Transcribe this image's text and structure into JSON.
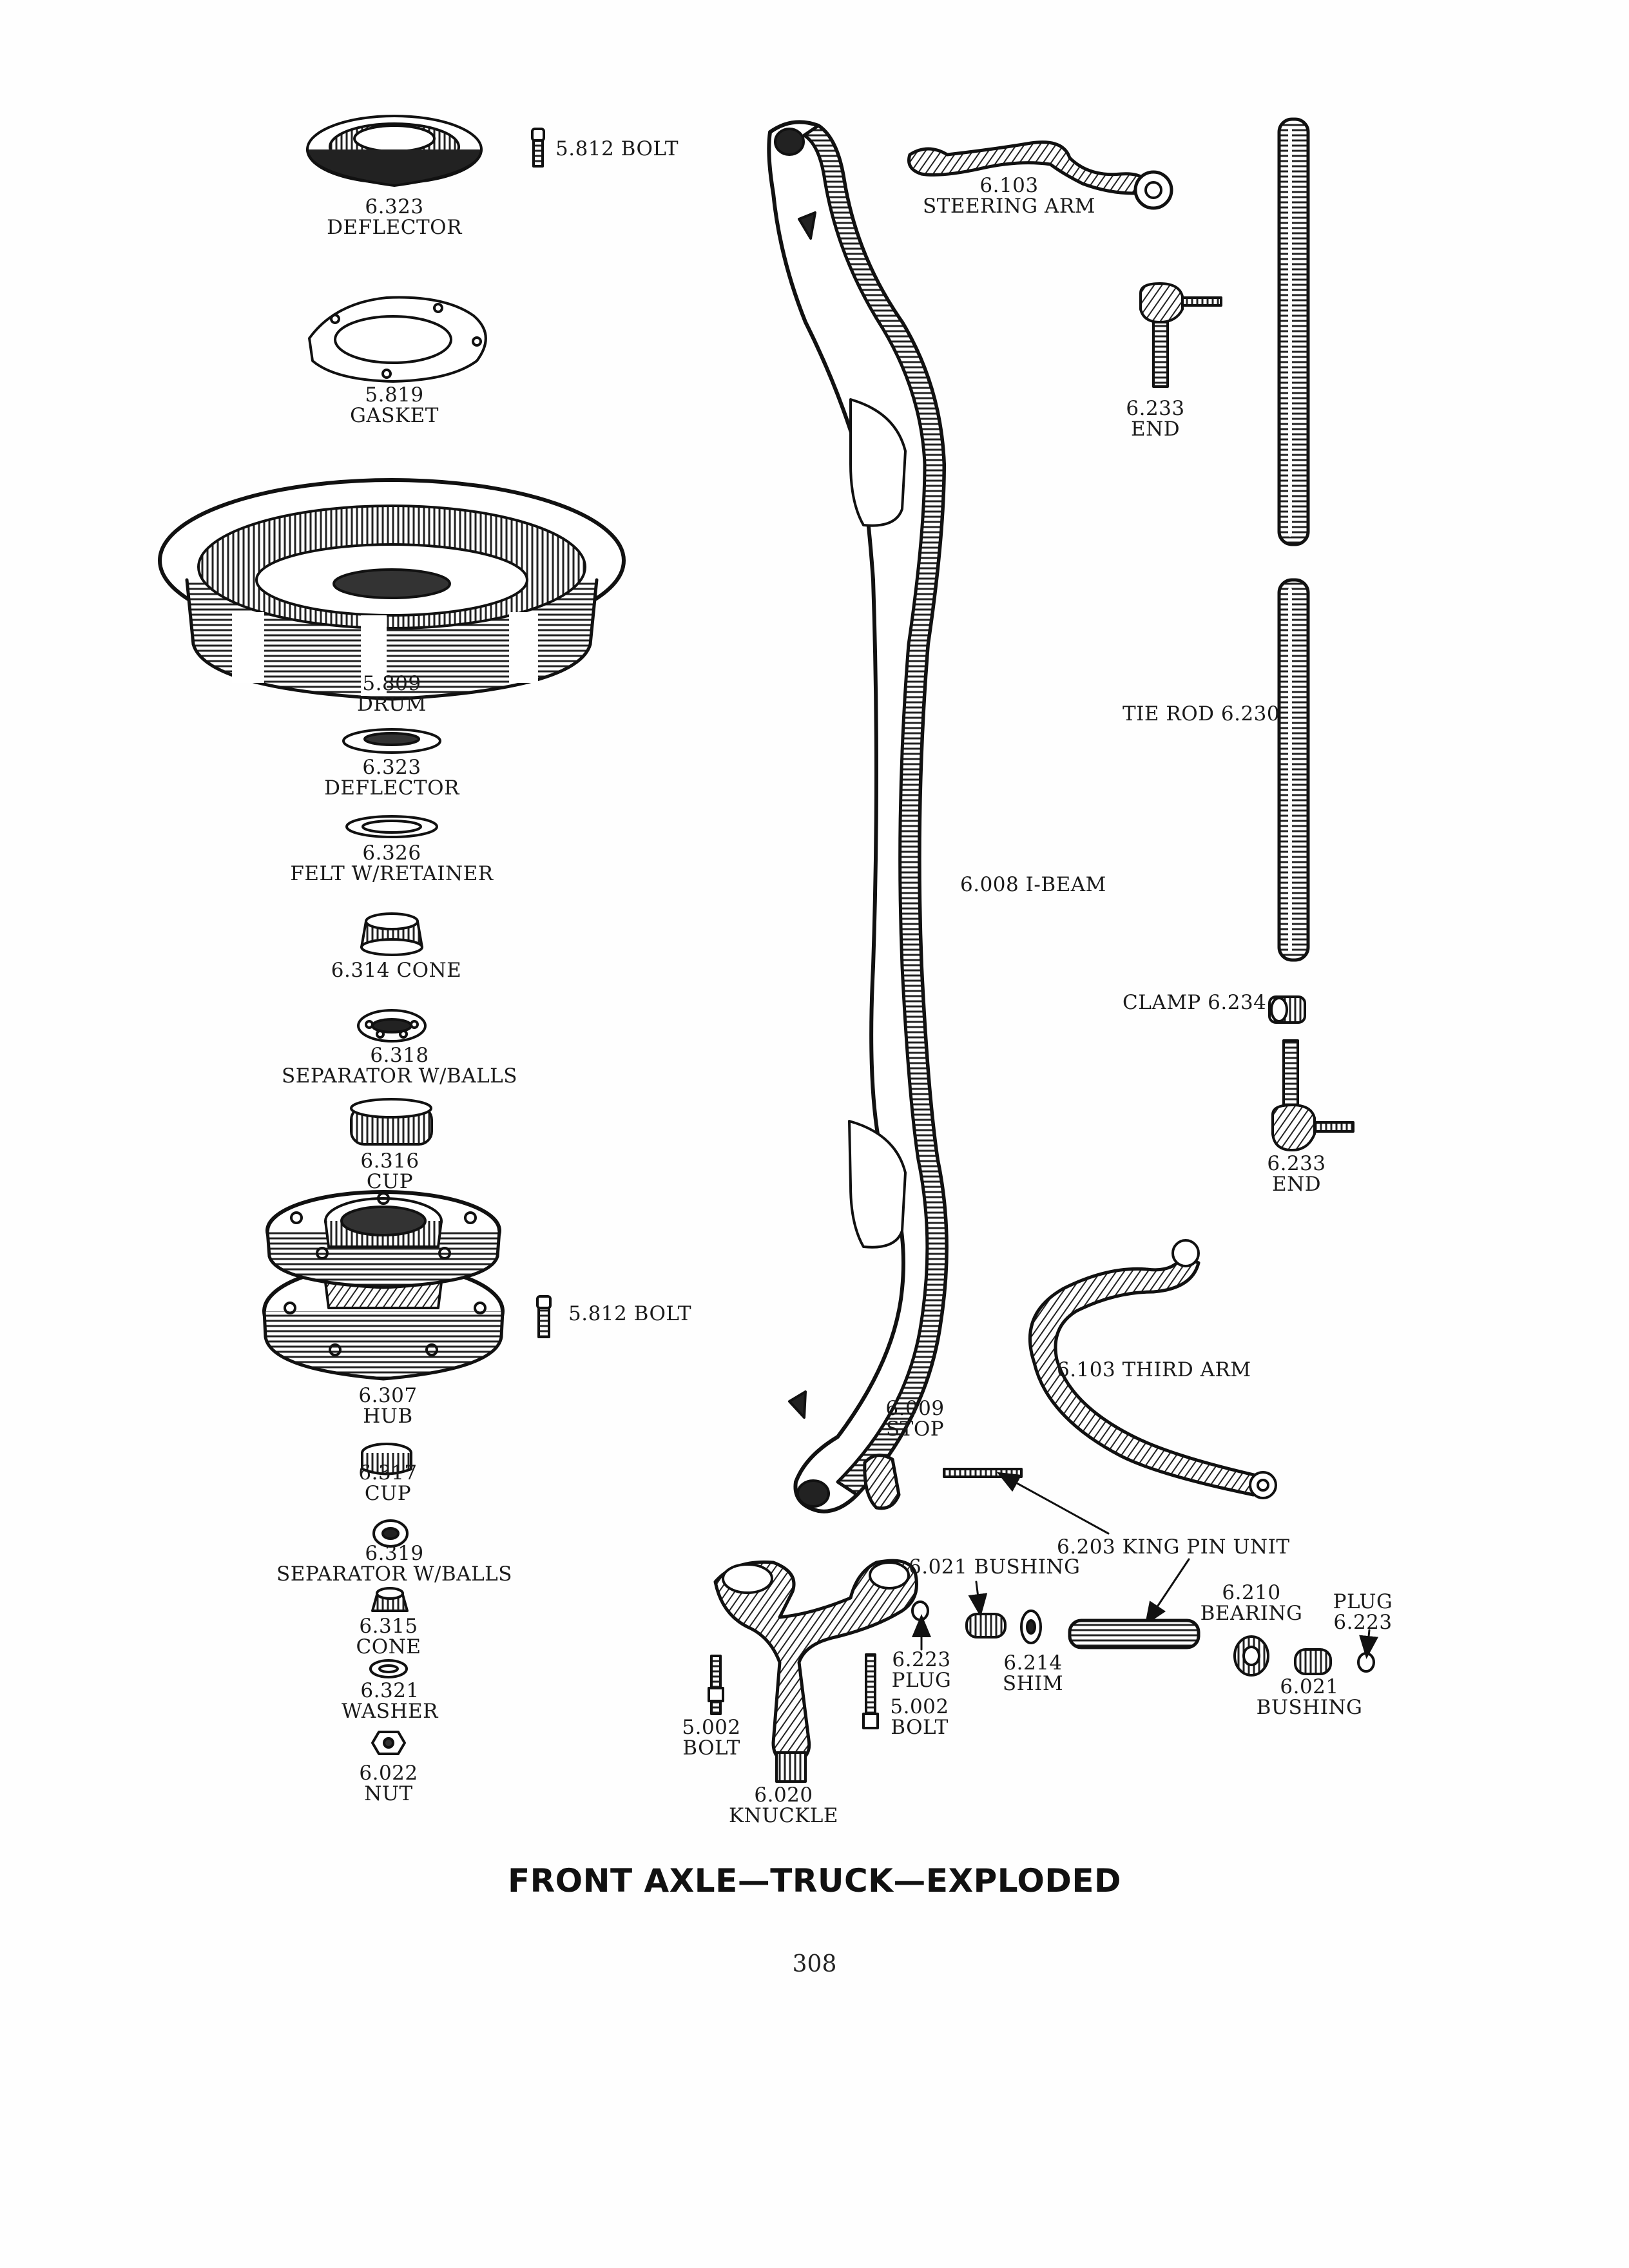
{
  "title": "FRONT AXLE—TRUCK—EXPLODED",
  "page_number": "308",
  "parts": {
    "bolt_5812_top": "5.812 BOLT",
    "deflector_top": {
      "number": "6.323",
      "name": "DEFLECTOR"
    },
    "gasket": {
      "number": "5.819",
      "name": "GASKET"
    },
    "drum": {
      "number": "5.809",
      "name": "DRUM"
    },
    "deflector_small": {
      "number": "6.323",
      "name": "DEFLECTOR"
    },
    "felt": {
      "number": "6.326",
      "name": "FELT W/RETAINER"
    },
    "cone_6314": "6.314 CONE",
    "separator_6318": {
      "number": "6.318",
      "name": "SEPARATOR W/BALLS"
    },
    "cup_6316": {
      "number": "6.316",
      "name": "CUP"
    },
    "bolt_5812_hub": "5.812 BOLT",
    "hub": {
      "number": "6.307",
      "name": "HUB"
    },
    "cup_6317": {
      "number": "6.317",
      "name": "CUP"
    },
    "separator_6319": {
      "number": "6.319",
      "name": "SEPARATOR W/BALLS"
    },
    "cone_6315": {
      "number": "6.315",
      "name": "CONE"
    },
    "washer": {
      "number": "6.321",
      "name": "WASHER"
    },
    "nut": {
      "number": "6.022",
      "name": "NUT"
    },
    "ibeam": "6.008 I-BEAM",
    "steering_arm": {
      "number": "6.103",
      "name": "STEERING ARM"
    },
    "end_top": {
      "number": "6.233",
      "name": "END"
    },
    "tie_rod": "TIE ROD 6.230",
    "clamp": "CLAMP 6.234",
    "end_bottom": {
      "number": "6.233",
      "name": "END"
    },
    "third_arm": "6.103 THIRD ARM",
    "stop": {
      "number": "6.009",
      "name": "STOP"
    },
    "king_pin": "6.203 KING PIN UNIT",
    "bushing_left": "6.021 BUSHING",
    "plug_left": {
      "number": "6.223",
      "name": "PLUG"
    },
    "shim": {
      "number": "6.214",
      "name": "SHIM"
    },
    "bearing": {
      "number": "6.210",
      "name": "BEARING"
    },
    "plug_right": {
      "name": "PLUG",
      "number": "6.223"
    },
    "bushing_right": {
      "number": "6.021",
      "name": "BUSHING"
    },
    "bolt_left": {
      "number": "5.002",
      "name": "BOLT"
    },
    "bolt_right": {
      "number": "5.002",
      "name": "BOLT"
    },
    "knuckle": {
      "number": "6.020",
      "name": "KNUCKLE"
    }
  }
}
